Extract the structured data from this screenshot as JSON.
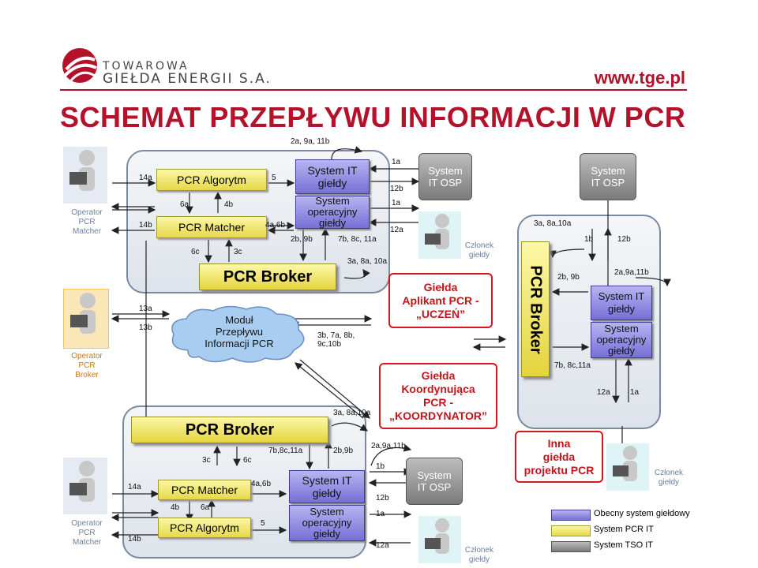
{
  "header": {
    "logo_line1": "TOWAROWA",
    "logo_line2": "GIEŁDA ENERGII S.A.",
    "url": "www.tge.pl",
    "title": "SCHEMAT PRZEPŁYWU INFORMACJI W PCR"
  },
  "colors": {
    "accent": "#b3122a",
    "yellow": "#e6d84a",
    "purple": "#7670d6",
    "grey": "#7a7a7a",
    "red": "#d4181f"
  },
  "actors": {
    "operator_matcher_top": "Operator\nPCR\nMatcher",
    "operator_broker": "Operator\nPCR\nBroker",
    "operator_matcher_bottom": "Operator\nPCR\nMatcher",
    "member_1": "Członek\ngiełdy",
    "member_2": "Członek\ngiełdy",
    "member_3": "Członek\ngiełdy"
  },
  "boxes": {
    "pcr_algorytm_top": "PCR Algorytm",
    "pcr_matcher_top": "PCR Matcher",
    "pcr_broker_top": "PCR Broker",
    "system_it_top": "System IT\ngiełdy",
    "system_oper_top": "System\noperacyjny\ngiełdy",
    "osp_1": "System\nIT OSP",
    "osp_2": "System\nIT OSP",
    "osp_3": "System\nIT OSP",
    "cloud": "Moduł\nPrzepływu\nInformacji PCR",
    "uczen": "Giełda\nAplikant PCR -\n„UCZEŃ”",
    "koordynator": "Giełda\nKoordynująca\nPCR -\n„KOORDYNATOR”",
    "inna": "Inna\ngiełda\nprojektu PCR",
    "pcr_broker_right": "PCR Broker",
    "system_it_right": "System IT\ngiełdy",
    "system_oper_right": "System\noperacyjny\ngiełdy",
    "pcr_broker_bottom": "PCR Broker",
    "pcr_matcher_bottom": "PCR Matcher",
    "pcr_algorytm_bottom": "PCR Algorytm",
    "system_it_bottom": "System IT\ngiełdy",
    "system_oper_bottom": "System\noperacyjny\ngiełdy"
  },
  "labels": {
    "t_2a9a11b": "2a, 9a, 11b",
    "t_14a": "14a",
    "t_5": "5",
    "t_6a": "6a",
    "t_4b": "4b",
    "t_14b": "14b",
    "t_4a6b": "4a,6b",
    "t_6c": "6c",
    "t_3c": "3c",
    "t_1a_a": "1a",
    "t_12b_a": "12b",
    "t_1a_b": "1a",
    "t_12a_a": "12a",
    "t_2b9b": "2b, 9b",
    "t_7b8c11a": "7b, 8c, 11a",
    "t_3a8a10a": "3a, 8a, 10a",
    "t_13a": "13a",
    "t_13b": "13b",
    "t_3b7a8b9c10b": "3b, 7a, 8b,\n9c,10b",
    "r_3a8a10a": "3a, 8a,10a",
    "r_1b": "1b",
    "r_12b": "12b",
    "r_2b9b": "2b, 9b",
    "r_2a9a11b": "2a,9a,11b",
    "r_7b8c11a": "7b, 8c,11a",
    "r_12a": "12a",
    "r_1a": "1a",
    "b_3a8a10a": "3a, 8a,10a",
    "b_3c": "3c",
    "b_6c": "6c",
    "b_7b8c11a": "7b,8c,11a",
    "b_2b9b": "2b,9b",
    "b_2a9a11b": "2a,9a,11b",
    "b_14a": "14a",
    "b_4a6b": "4a,6b",
    "b_4b": "4b",
    "b_6a": "6a",
    "b_5": "5",
    "b_14b": "14b",
    "b_1b": "1b",
    "b_12b": "12b",
    "b_1a": "1a",
    "b_12a": "12a"
  },
  "legend": [
    {
      "label": "Obecny system giełdowy",
      "color": "#7670d6"
    },
    {
      "label": "System PCR IT",
      "color": "#e6d84a"
    },
    {
      "label": "System TSO IT",
      "color": "#7a7a7a"
    }
  ]
}
